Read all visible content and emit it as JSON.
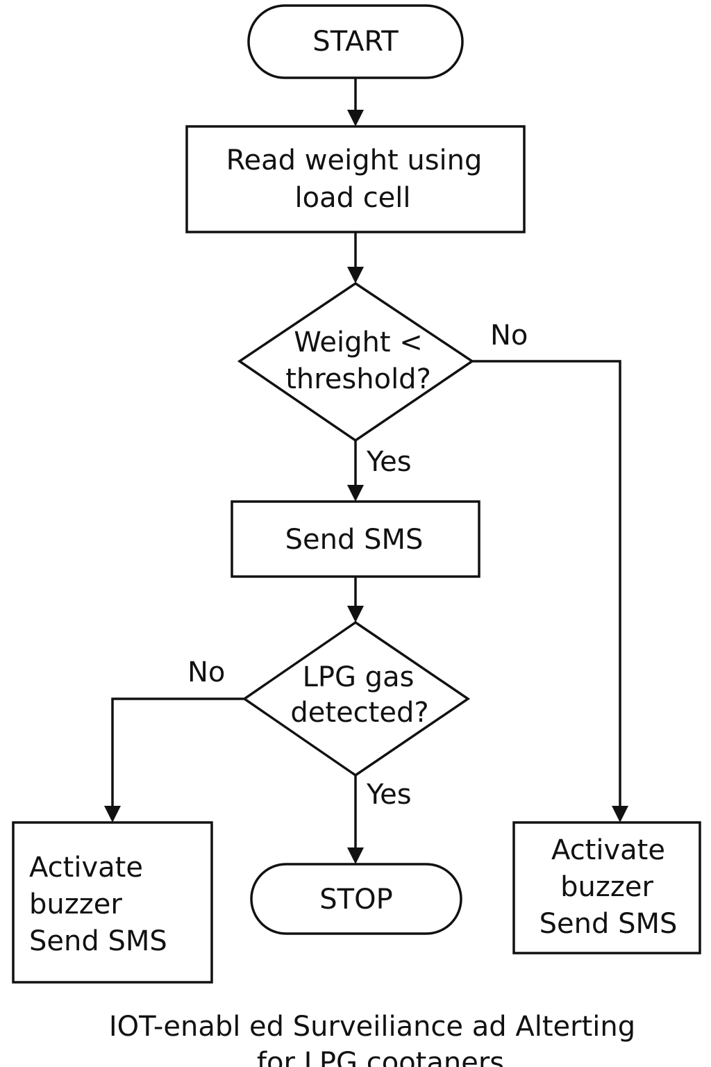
{
  "nodes": {
    "start": {
      "label": "START"
    },
    "read_weight": {
      "lines": [
        "Read weight using",
        "load cell"
      ]
    },
    "weight_check": {
      "lines": [
        "Weight <",
        "threshold?"
      ]
    },
    "send_sms": {
      "label": "Send SMS"
    },
    "gas_check": {
      "lines": [
        "LPG gas",
        "detected?"
      ]
    },
    "buzzer_left": {
      "lines": [
        "Activate",
        "buzzer",
        "Send SMS"
      ]
    },
    "stop": {
      "label": "STOP"
    },
    "buzzer_right": {
      "lines": [
        "Activate",
        "buzzer",
        "Send SMS"
      ]
    }
  },
  "edges": {
    "weight_no": "No",
    "weight_yes": "Yes",
    "gas_no": "No",
    "gas_yes": "Yes"
  },
  "caption": {
    "lines": [
      "IOT-enabl ed Surveiliance ad Alterting",
      "for LPG cootaners"
    ]
  }
}
